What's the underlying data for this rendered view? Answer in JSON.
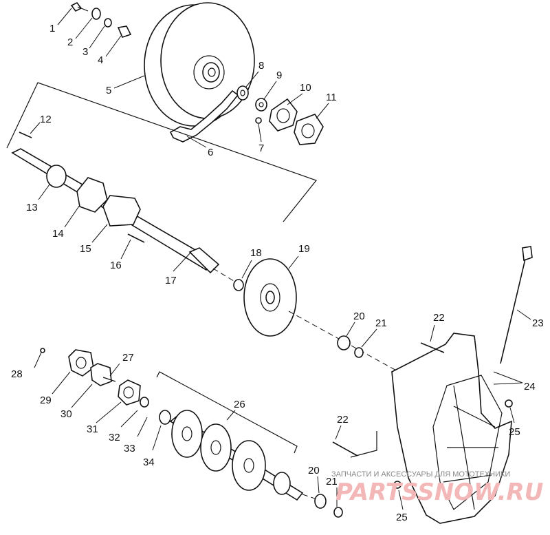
{
  "callouts": [
    "1",
    "2",
    "3",
    "4",
    "5",
    "6",
    "7",
    "8",
    "9",
    "10",
    "11",
    "12",
    "13",
    "14",
    "15",
    "16",
    "17",
    "18",
    "19",
    "20",
    "21",
    "22",
    "23",
    "24",
    "25",
    "26",
    "27",
    "28",
    "29",
    "30",
    "31",
    "32",
    "33",
    "34",
    "22",
    "20",
    "21",
    "25"
  ],
  "watermark": {
    "caption": "ЗАПЧАСТИ И АКСЕССУАРЫ ДЛЯ МОТОТЕХНИКИ",
    "logo": "PARTSSNOW.RU"
  }
}
